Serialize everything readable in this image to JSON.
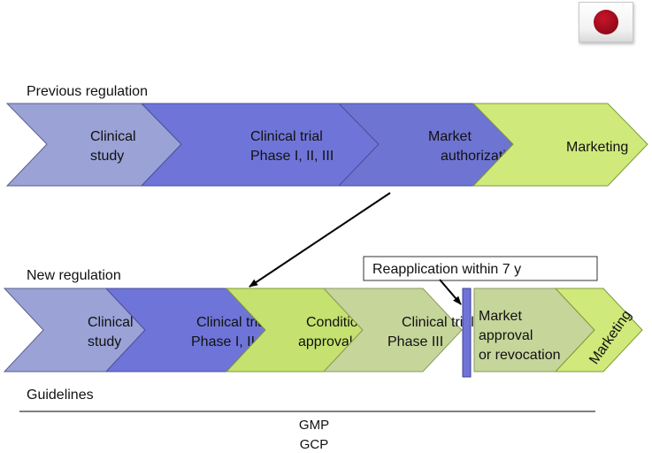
{
  "colors": {
    "study": "#9aa2d6",
    "trial": "#6f75d8",
    "market_auth": "#6e74d2",
    "marketing": "#cfe97b",
    "conditional": "#c5e16f",
    "phase3": "#c6d59a",
    "market_approval": "#c6d59a",
    "reapp_bar": "#6f74d6"
  },
  "flag": {
    "icon": "japan-flag-icon"
  },
  "previous": {
    "label": "Previous regulation",
    "stages": [
      {
        "lines": [
          "Clinical",
          "study"
        ]
      },
      {
        "lines": [
          "Clinical trial",
          "Phase I, II, III"
        ]
      },
      {
        "lines": [
          "Market",
          "authorization"
        ]
      },
      {
        "lines": [
          "Marketing"
        ]
      }
    ]
  },
  "new": {
    "label": "New regulation",
    "stages": [
      {
        "lines": [
          "Clinical",
          "study"
        ]
      },
      {
        "lines": [
          "Clinical trial",
          "Phase I, II"
        ]
      },
      {
        "lines": [
          "Conditional",
          "approval"
        ]
      },
      {
        "lines": [
          "Clinical trial",
          "Phase III"
        ]
      },
      {
        "lines": [
          "Market",
          "approval",
          "or revocation"
        ]
      },
      {
        "lines": [
          "Marketing"
        ]
      }
    ],
    "reapplication": "Reapplication within 7 y"
  },
  "guidelines": {
    "label": "Guidelines",
    "items": [
      "GMP",
      "GCP"
    ]
  }
}
